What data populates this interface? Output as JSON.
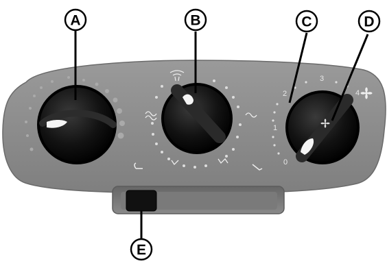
{
  "callouts": {
    "a": "A",
    "b": "B",
    "c": "C",
    "d": "D",
    "e": "E"
  },
  "fan_scale": {
    "n0": "0",
    "n1": "1",
    "n2": "2",
    "n3": "3",
    "n4": "4"
  },
  "icons": {
    "temperature_scale": "temperature-dot-scale-icon",
    "defrost": "windscreen-defrost-icon",
    "face_vent": "face-vent-icon",
    "feet_vent": "feet-vent-icon",
    "recirculation": "recirculation-arrow-icon",
    "fresh_air": "fresh-air-arrow-icon",
    "fan": "fan-icon"
  },
  "colors": {
    "panel": "#8c8c8c",
    "knob": "#111111",
    "indicator": "#ffffff",
    "callout_ring": "#000000"
  }
}
